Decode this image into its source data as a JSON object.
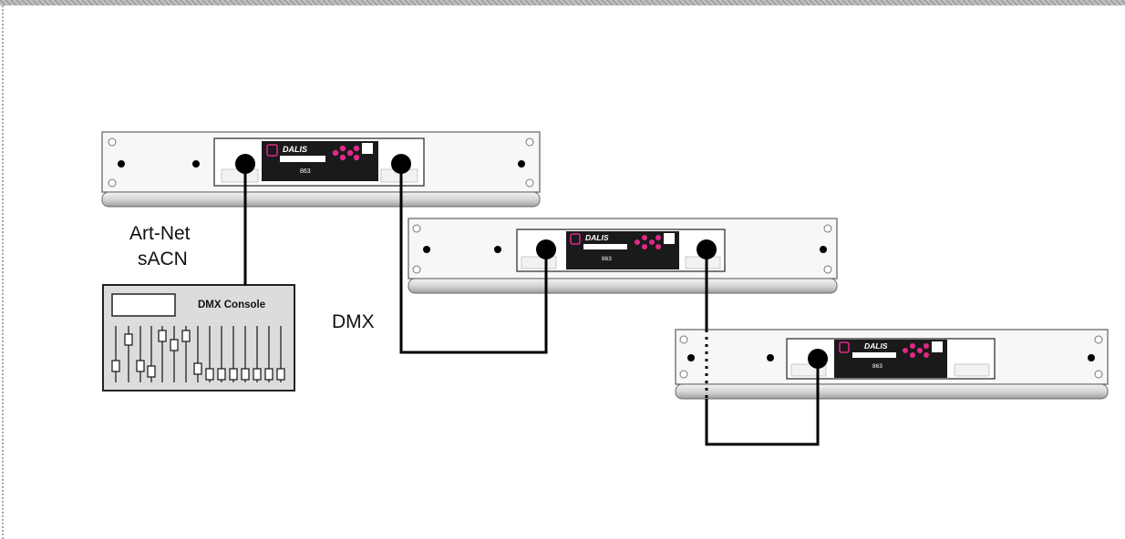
{
  "labels": {
    "artnet": "Art-Net",
    "sacn": "sACN",
    "dmx": "DMX",
    "console": "DMX Console"
  },
  "panel": {
    "brand": "DALIS",
    "readout": "863"
  },
  "colors": {
    "key_pink": "#e0298a",
    "bar_fill": "#f4f4f4",
    "panel_bg": "#1a1a1a"
  }
}
